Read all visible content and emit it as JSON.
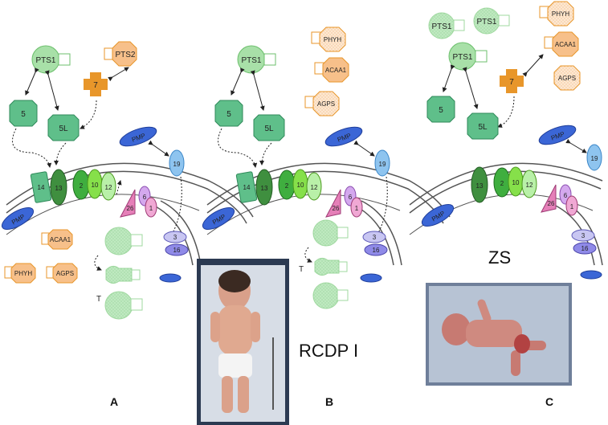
{
  "labels": {
    "pts1": "PTS1",
    "pts2": "PTS2",
    "pex7": "7",
    "pex5": "5",
    "pex5l": "5L",
    "pmp": "PMP",
    "pex19": "19",
    "pex14": "14",
    "pex13": "13",
    "pex2": "2",
    "pex10": "10",
    "pex12": "12",
    "pex26": "26",
    "pex6": "6",
    "pex1": "1",
    "pex3": "3",
    "pex16": "16",
    "acaa1": "ACAA1",
    "phyh": "PHYH",
    "agps": "AGPS",
    "thiolase": "T"
  },
  "panels": {
    "a": {
      "letter": "A"
    },
    "b": {
      "letter": "B",
      "disease": "RCDP I"
    },
    "c": {
      "letter": "C",
      "disease": "ZS"
    }
  },
  "colors": {
    "pex_green": "#5fbf8a",
    "pts1_green": "#a8e0a8",
    "orange": "#e8962a",
    "cargo_orange": "#f7c08a",
    "blue_pmp": "#3b66d6",
    "light_blue": "#8ec4ef",
    "pink": "#e57fb8",
    "lavender": "#b7b4ef"
  }
}
